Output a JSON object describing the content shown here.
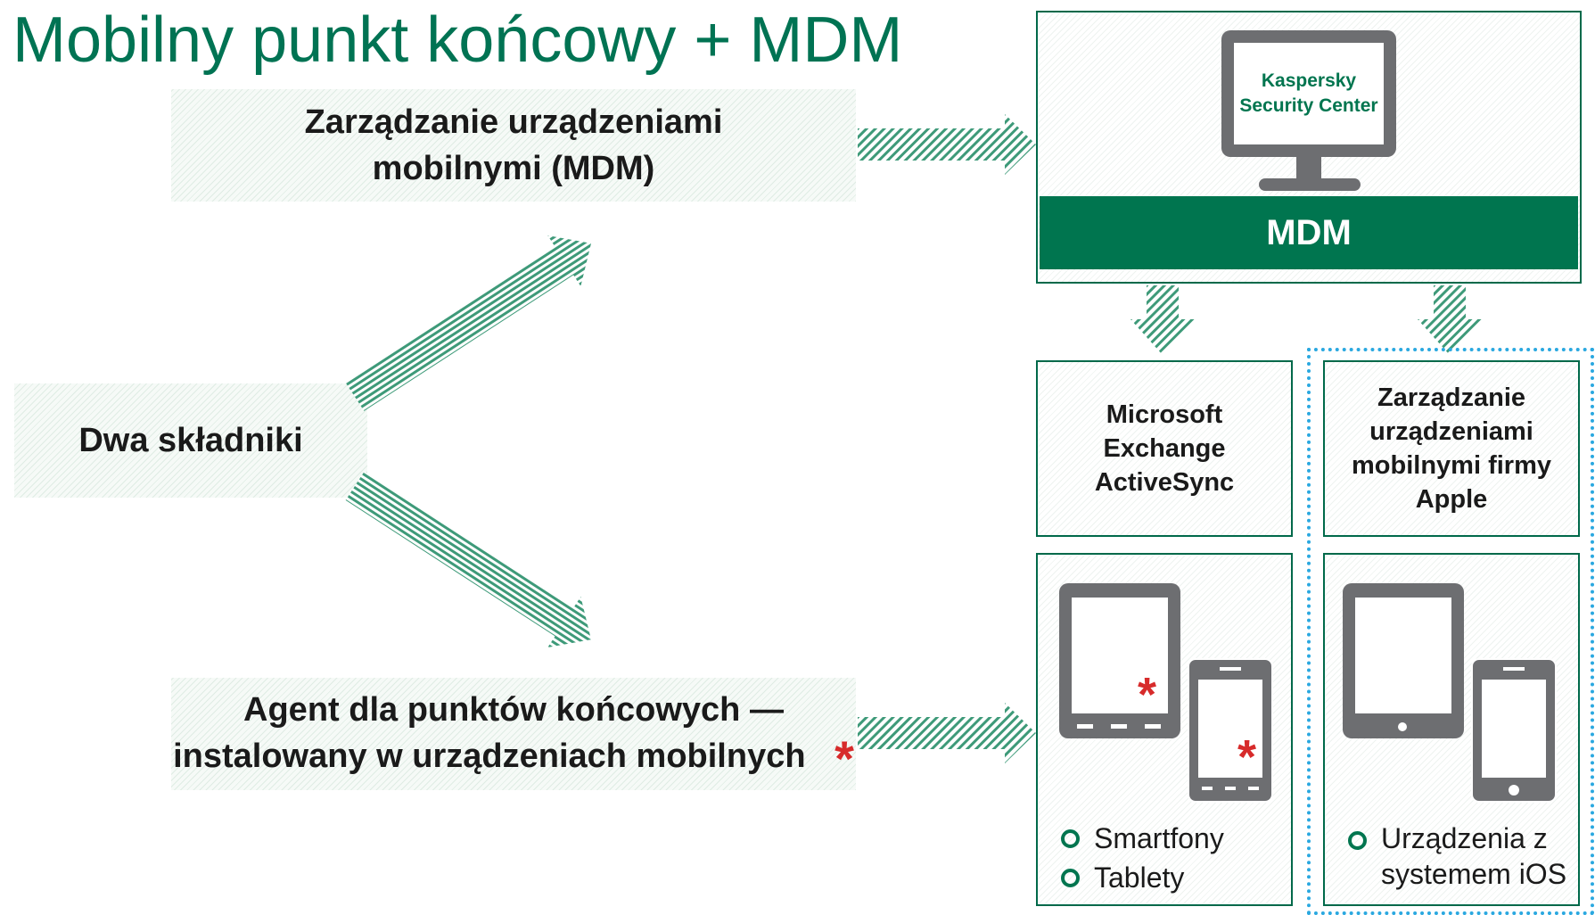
{
  "title": "Mobilny punkt końcowy + MDM",
  "left": {
    "center_label": "Dwa składniki",
    "top_band": [
      "Zarządzanie urządzeniami",
      "mobilnymi (MDM)"
    ],
    "bottom_band": [
      "Agent dla punktów końcowych —",
      "instalowany w urządzeniach mobilnych"
    ],
    "asterisk": "*"
  },
  "server": {
    "monitor_text": [
      "Kaspersky",
      "Security Center"
    ],
    "bar_label": "MDM"
  },
  "exchange": {
    "label": [
      "Microsoft",
      "Exchange",
      "ActiveSync"
    ],
    "bullets": [
      "Smartfony",
      "Tablety"
    ]
  },
  "apple": {
    "label": [
      "Zarządzanie",
      "urządzeniami",
      "mobilnymi firmy",
      "Apple"
    ],
    "bullets": [
      "Urządzenia z",
      "systemem iOS"
    ]
  },
  "colors": {
    "brand_green": "#00754f",
    "accent_red": "#d72b2b",
    "dashed_blue": "#2aa8e0",
    "device_gray": "#6d6e71"
  }
}
